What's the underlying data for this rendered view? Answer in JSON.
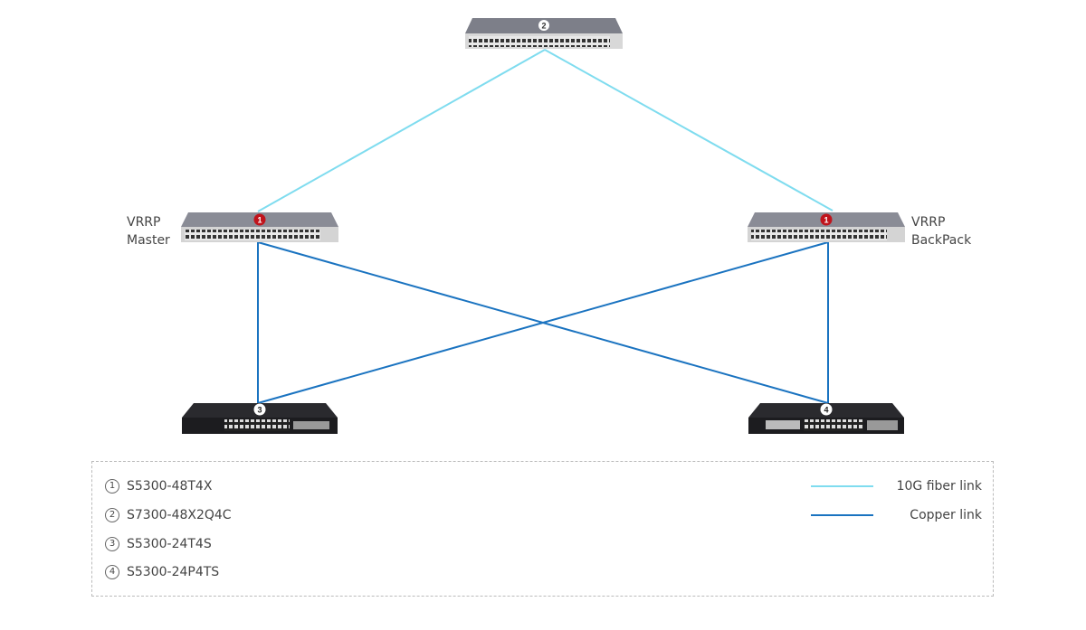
{
  "colors": {
    "fiber": "#7fdcef",
    "copper": "#1a73c0",
    "badge_red": "#c0141c"
  },
  "nodes": [
    {
      "id": "2",
      "badge": "2",
      "model": "S7300-48X2Q4C"
    },
    {
      "id": "1a",
      "badge": "1",
      "label_line1": "VRRP",
      "label_line2": "Master"
    },
    {
      "id": "1b",
      "badge": "1",
      "label_line1": "VRRP",
      "label_line2": "BackPack"
    },
    {
      "id": "3",
      "badge": "3"
    },
    {
      "id": "4",
      "badge": "4"
    }
  ],
  "legend": {
    "items": [
      {
        "num": "1",
        "text": "S5300-48T4X"
      },
      {
        "num": "2",
        "text": "S7300-48X2Q4C"
      },
      {
        "num": "3",
        "text": "S5300-24T4S"
      },
      {
        "num": "4",
        "text": "S5300-24P4TS"
      }
    ],
    "links": [
      {
        "text": "10G fiber link",
        "type": "fiber"
      },
      {
        "text": "Copper link",
        "type": "copper"
      }
    ]
  }
}
